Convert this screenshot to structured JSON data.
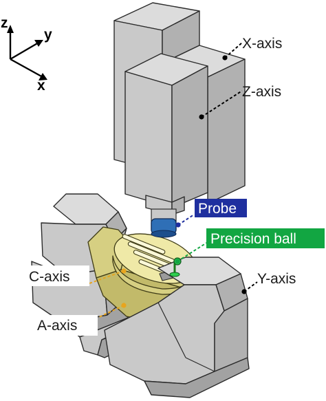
{
  "coordinate_axes": {
    "z": "z",
    "y": "y",
    "x": "x"
  },
  "labels": {
    "x_axis": "X-axis",
    "z_axis": "Z-axis",
    "probe": "Probe",
    "precision_ball": "Precision ball",
    "y_axis": "Y-axis",
    "c_axis": "C-axis",
    "a_axis": "A-axis"
  },
  "colors": {
    "probe_highlight": "#1f2f9f",
    "probe_body": "#2f6fb6",
    "precision_ball_highlight": "#12a642",
    "precision_ball_marker": "#2fcf4f",
    "rotary_table": "#efe9a7",
    "machine_body": "#c9c9c9",
    "leader_c_axis": "#e8a51e",
    "leader_a_axis": "#e8a51e",
    "leader_probe": "#1f2f9f",
    "leader_precision_ball": "#12a642"
  }
}
